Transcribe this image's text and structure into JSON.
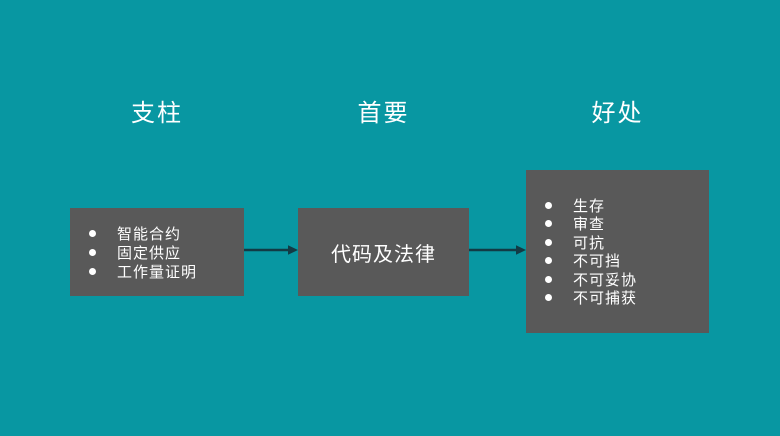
{
  "colors": {
    "background": "#0897A2",
    "box": "#595959",
    "text": "#FFFFFF",
    "arrow": "#123B45"
  },
  "columns": [
    {
      "header": "支柱"
    },
    {
      "header": "首要"
    },
    {
      "header": "好处"
    }
  ],
  "boxes": {
    "pillars": {
      "items": [
        "智能合约",
        "固定供应",
        "工作量证明"
      ]
    },
    "primary": {
      "label": "代码及法律"
    },
    "benefits": {
      "items": [
        "生存",
        "审查",
        "可抗",
        "不可挡",
        "不可妥协",
        "不可捕获"
      ]
    }
  }
}
